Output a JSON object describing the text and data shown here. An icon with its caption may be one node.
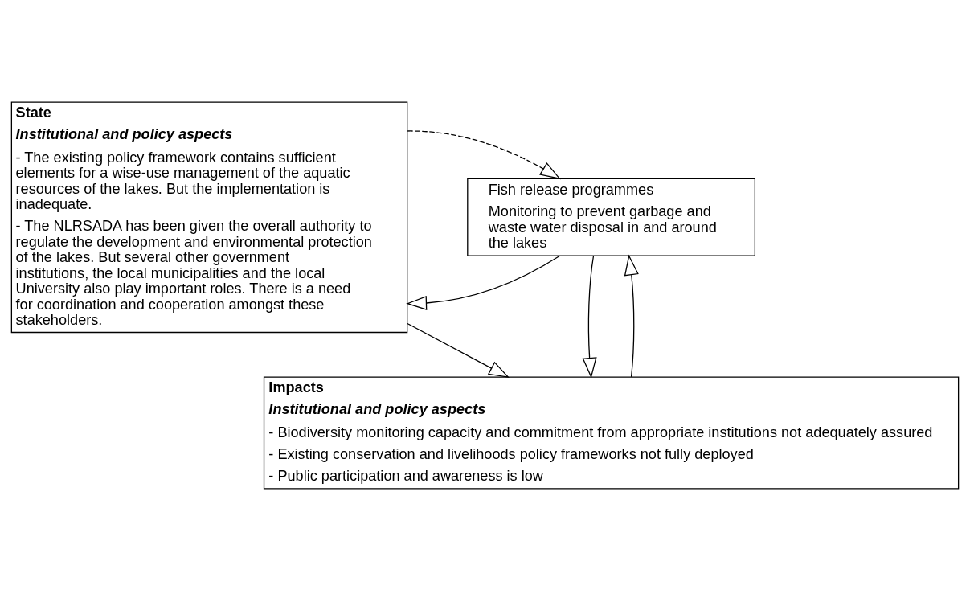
{
  "diagram": {
    "nodes": [
      {
        "text": [
          "State",
          "Institutional and policy aspects",
          "- The existing policy framework contains sufficient elements for a wise-use management of the aquatic resources of the lakes. But the implementation is inadequate.",
          "- The NLRSADA has been given the overall authority to regulate the development and environmental protection of the lakes. But several other government institutions, the local municipalities and the local University also play important roles. There is a need for coordination and cooperation amongst these stakeholders."
        ]
      },
      {
        "text": [
          "Fish release programmes",
          "Monitoring to prevent garbage and waste water disposal in and around the lakes"
        ]
      },
      {
        "text": [
          "Impacts",
          "Institutional and policy aspects",
          "- Biodiversity monitoring capacity and commitment from appropriate institutions not adequately assured",
          "- Existing conservation and livelihoods policy frameworks not fully deployed",
          "- Public participation and awareness is low"
        ]
      }
    ],
    "edges": [
      {
        "from": 1,
        "to": 0,
        "arrow": "to"
      },
      {
        "from": 0,
        "to": 1,
        "arrow": "to",
        "style": "dashed"
      },
      {
        "from": 0,
        "to": 2,
        "arrow": "to"
      },
      {
        "from": 2,
        "to": 1,
        "arrow": "to"
      },
      {
        "from": 1,
        "to": 2,
        "arrow": "to"
      }
    ]
  }
}
